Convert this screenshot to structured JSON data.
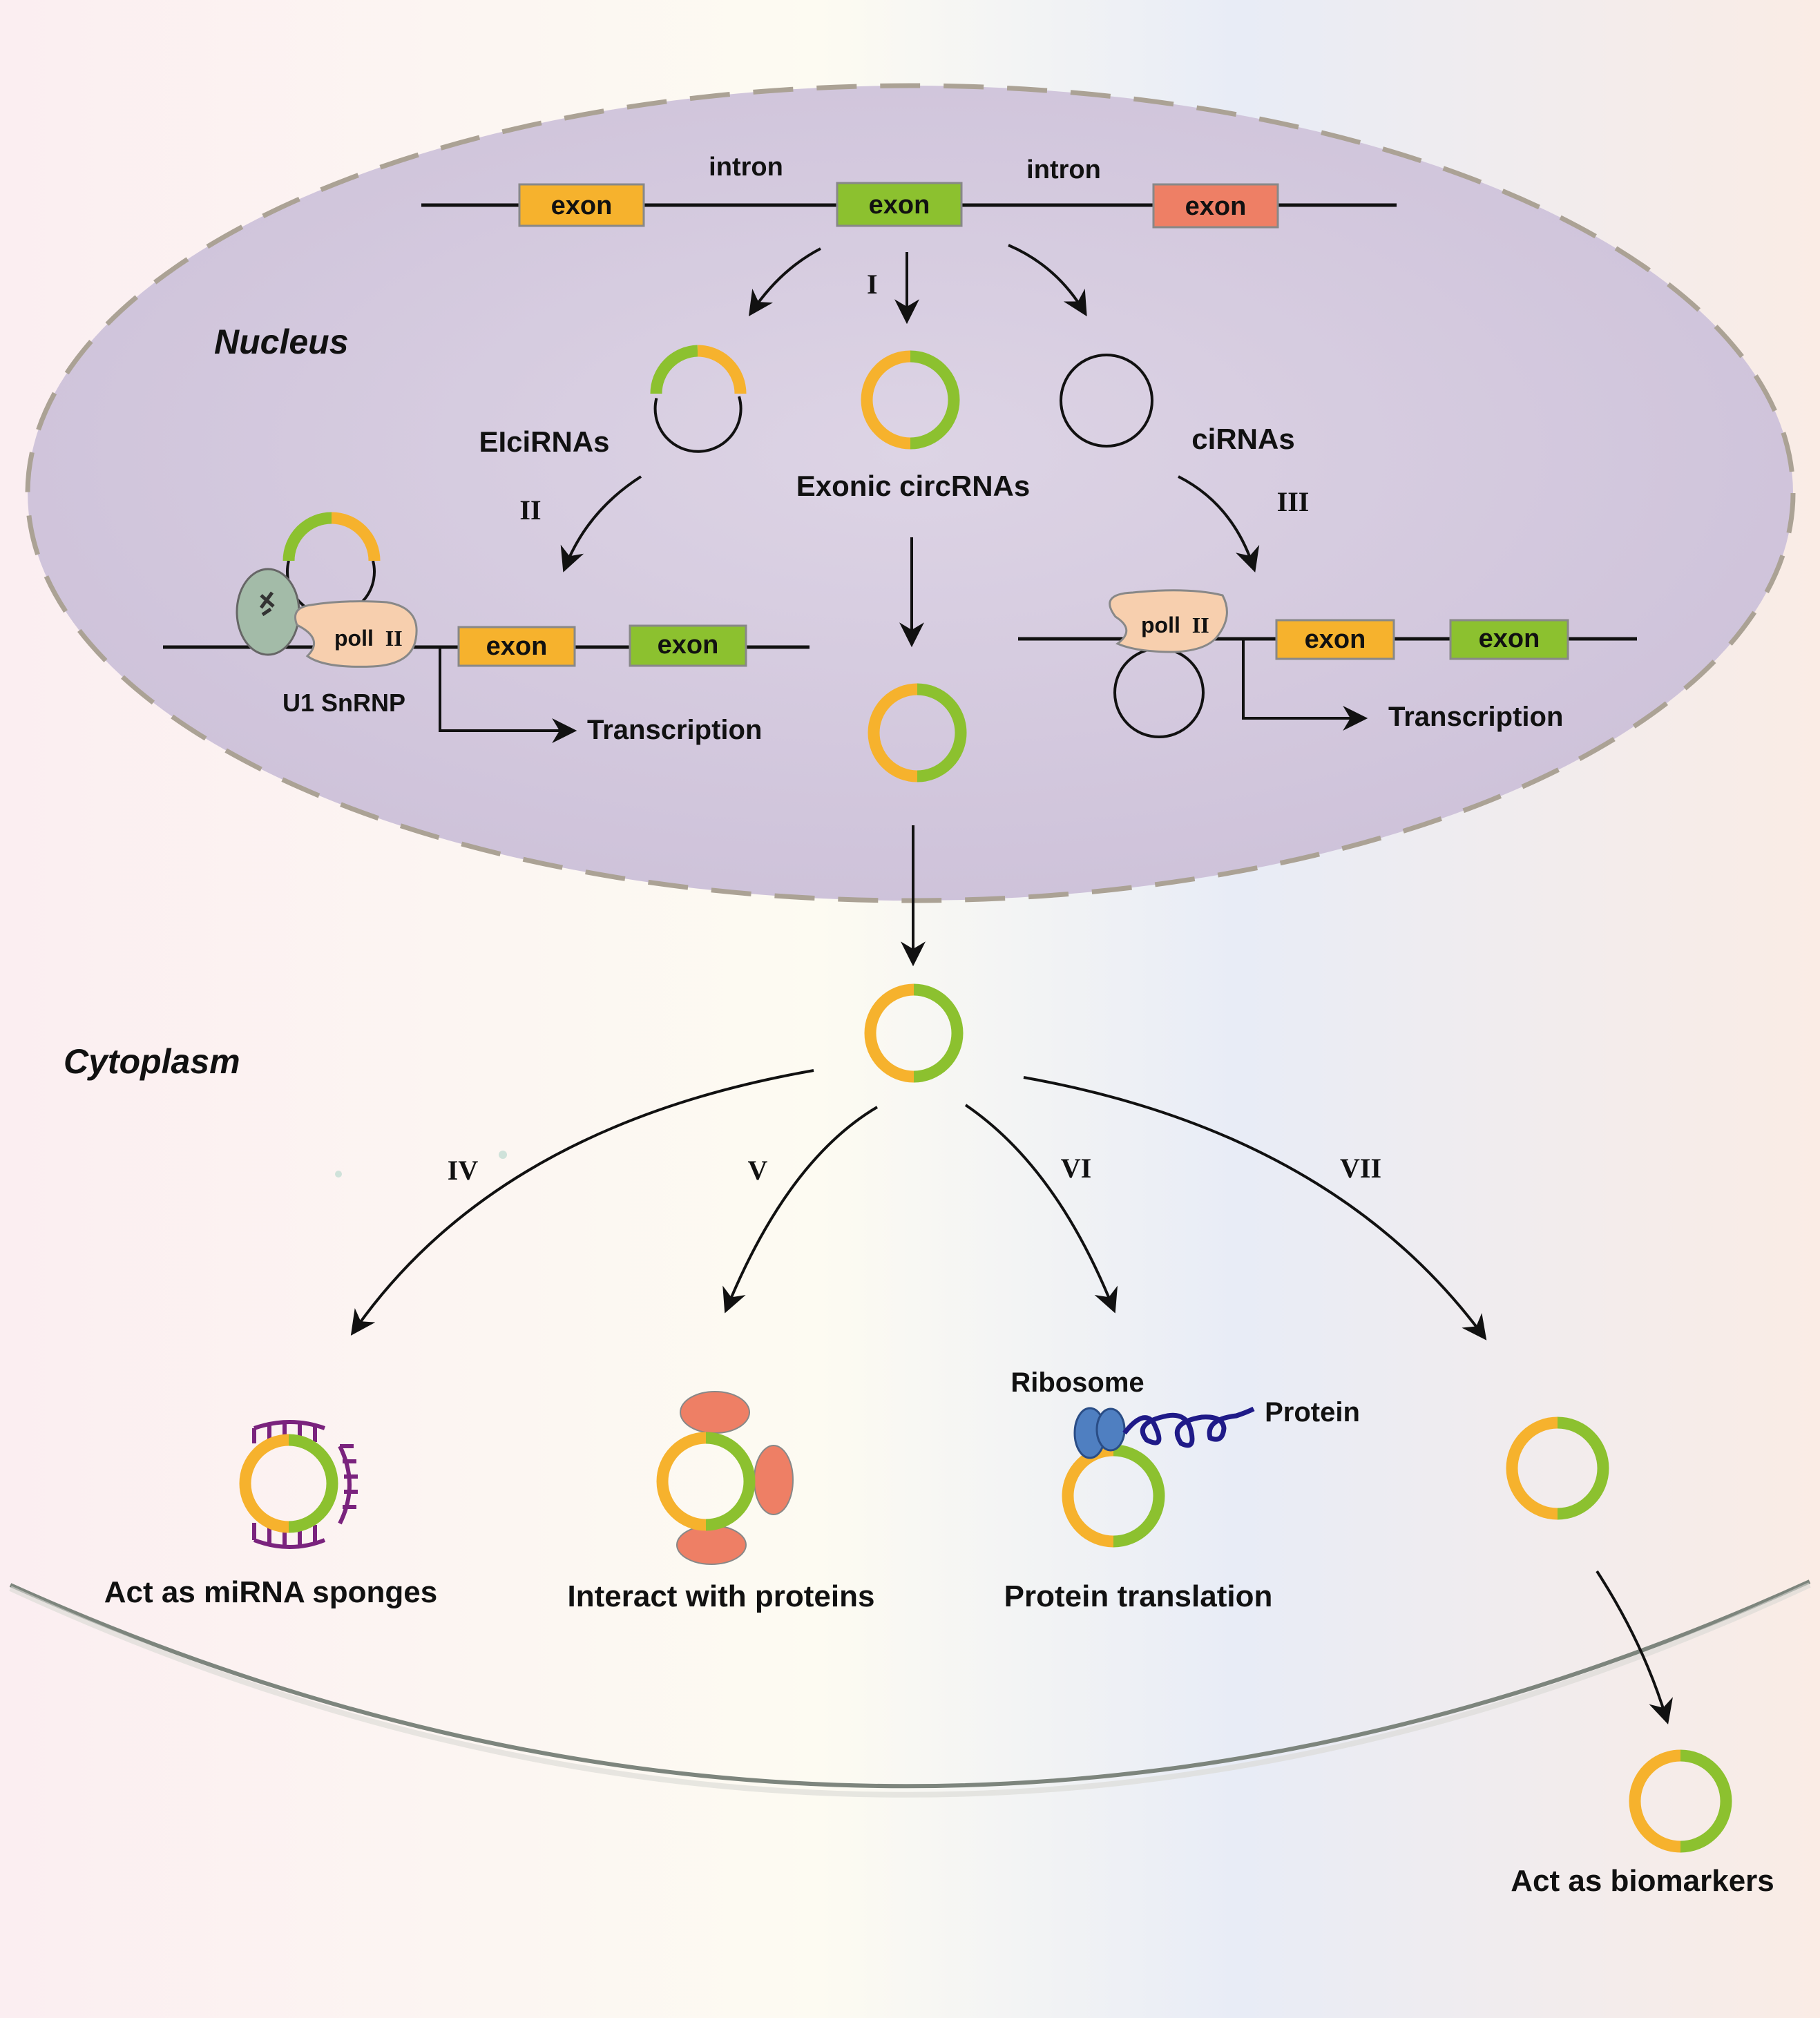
{
  "colors": {
    "orange": "#f6b22d",
    "green": "#8cc12f",
    "salmon": "#ee7f65",
    "nucleus_fill": "#d9cfe2",
    "nucleus_border": "#aba295",
    "membrane": "#7d857d",
    "bg_left": "#fbeef1",
    "bg_mid": "#fdfbf2",
    "bg_right": "#e8ecf6",
    "u1_fill": "#a3bba8",
    "poll_fill": "#f7cfae",
    "ribosome": "#4f7fc1",
    "protein": "#1f1a88",
    "mirna": "#7a237d"
  },
  "compartments": {
    "nucleus": "Nucleus",
    "cytoplasm": "Cytoplasm"
  },
  "gene": {
    "intron_left": "intron",
    "intron_right": "intron",
    "exon_1": "exon",
    "exon_2": "exon",
    "exon_3": "exon"
  },
  "steps": {
    "I": "I",
    "II": "II",
    "III": "III",
    "IV": "IV",
    "V": "V",
    "VI": "VI",
    "VII": "VII"
  },
  "types": {
    "elcirnas": "EIciRNAs",
    "exonic": "Exonic circRNAs",
    "cirnas": "ciRNAs"
  },
  "left_panel": {
    "poll": "poll",
    "poll_numeral": "II",
    "exon_a": "exon",
    "exon_b": "exon",
    "u1": "U1 SnRNP",
    "transcription": "Transcription"
  },
  "right_panel": {
    "poll": "poll",
    "poll_numeral": "II",
    "exon_a": "exon",
    "exon_b": "exon",
    "transcription": "Transcription"
  },
  "functions": {
    "sponge": "Act as miRNA sponges",
    "proteins": "Interact with proteins",
    "translation": "Protein translation",
    "ribosome": "Ribosome",
    "protein": "Protein",
    "biomarkers": "Act as biomarkers"
  }
}
